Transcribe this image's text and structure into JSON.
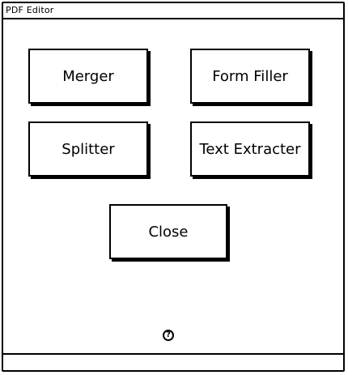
{
  "window": {
    "title": "PDF Editor"
  },
  "buttons": {
    "merger": "Merger",
    "form_filler": "Form Filler",
    "splitter": "Splitter",
    "text_extracter": "Text Extracter",
    "close": "Close"
  },
  "help": {
    "icon": "question-circle-icon",
    "glyph": "?"
  },
  "colors": {
    "stroke": "#000000",
    "background": "#ffffff"
  }
}
